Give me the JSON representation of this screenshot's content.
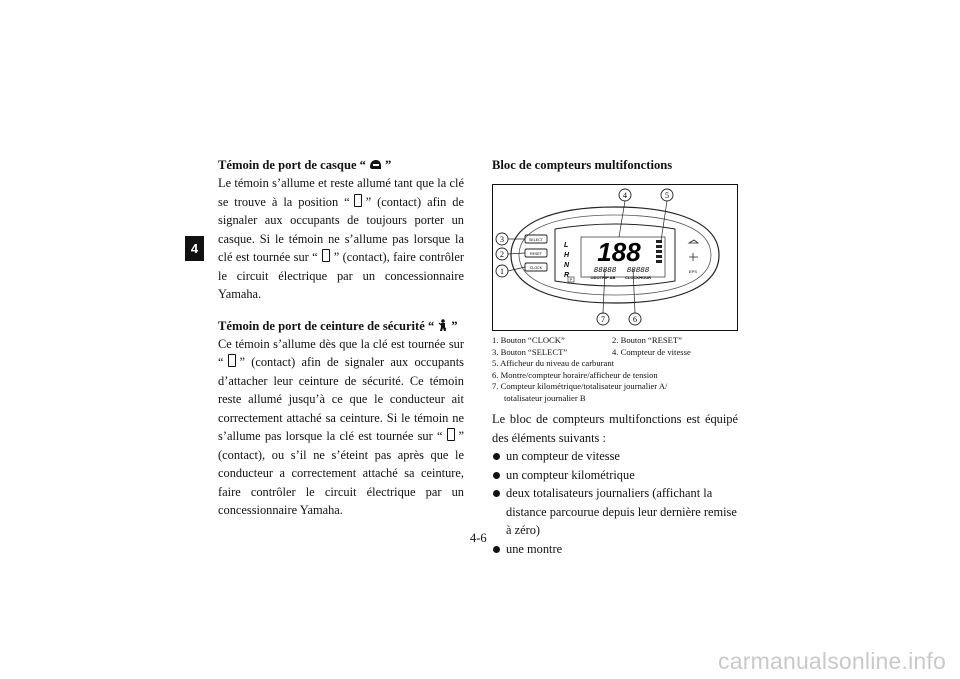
{
  "chapter_tab": "4",
  "page_number": "4-6",
  "left": {
    "helmet_heading_pre": "Témoin de port de casque “",
    "helmet_heading_post": "”",
    "helmet_icon": "helmet-icon",
    "helmet_body_1": "Le témoin s’allume et reste allumé tant que la clé se trouve à la position “",
    "helmet_body_2": "” (contact) afin de signaler aux occupants de toujours porter un casque. Si le témoin ne s’allume pas lorsque la clé est tournée sur “",
    "helmet_body_3": "” (contact), faire contrôler le circuit électrique par un concessionnaire Yamaha.",
    "seatbelt_heading_pre": "Témoin de port de ceinture de sécurité “",
    "seatbelt_heading_post": "”",
    "seatbelt_icon": "seatbelt-icon",
    "seatbelt_body_1": "Ce témoin s’allume dès que la clé est tournée sur “",
    "seatbelt_body_2": "” (contact) afin de signaler aux occupants d’attacher leur ceinture de sécurité. Ce témoin reste allumé jusqu’à ce que le conducteur ait correctement attaché sa ceinture. Si le témoin ne s’allume pas lorsque la clé est tournée sur “",
    "seatbelt_body_3": "” (contact), ou s’il ne s’éteint pas après que le conducteur a correctement attaché sa ceinture, faire contrôler le circuit électrique par un concessionnaire Yamaha."
  },
  "right": {
    "heading": "Bloc de compteurs multifonctions",
    "figure": {
      "callouts": [
        "1",
        "2",
        "3",
        "4",
        "5",
        "6",
        "7"
      ],
      "buttons": [
        "SELECT",
        "RESET",
        "CLOCK"
      ],
      "gears": [
        "L",
        "H",
        "N",
        "R"
      ],
      "speed_digits": "188",
      "segment_left": "88888",
      "segment_right": "88888",
      "odo_label": "ODOTRIP AB",
      "clock_label": "CLOCKHOUR",
      "park_label": "P",
      "eps_label": "EPS"
    },
    "legend": [
      [
        "1. Bouton “CLOCK”",
        "2. Bouton “RESET”"
      ],
      [
        "3. Bouton “SELECT”",
        "4. Compteur de vitesse"
      ]
    ],
    "legend_full": [
      "5. Afficheur du niveau de carburant",
      "6. Montre/compteur horaire/afficheur de tension",
      "7. Compteur kilométrique/totalisateur journalier A/",
      "totalisateur journalier B"
    ],
    "intro": "Le bloc de compteurs multifonctions est équipé des éléments suivants :",
    "features": [
      "un compteur de vitesse",
      "un compteur kilométrique",
      "deux totalisateurs journaliers (affichant la distance parcourue depuis leur dernière remise à zéro)",
      "une montre"
    ]
  },
  "watermark": "carmanualsonline.info"
}
